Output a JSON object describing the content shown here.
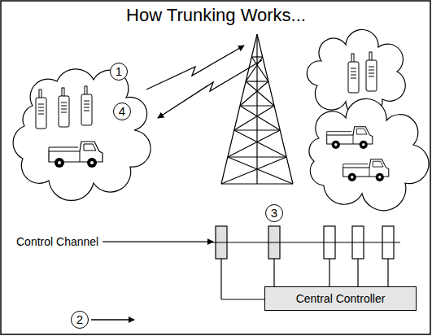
{
  "diagram": {
    "title": "How Trunking Works...",
    "nodes": [
      {
        "text": [
          "1"
        ]
      },
      {
        "text": [
          "4"
        ]
      },
      {
        "text": [
          "3"
        ]
      },
      {
        "text": [
          "Central Controller"
        ]
      },
      {
        "text": [
          "2"
        ]
      }
    ],
    "labels": [
      "Control Channel"
    ]
  }
}
